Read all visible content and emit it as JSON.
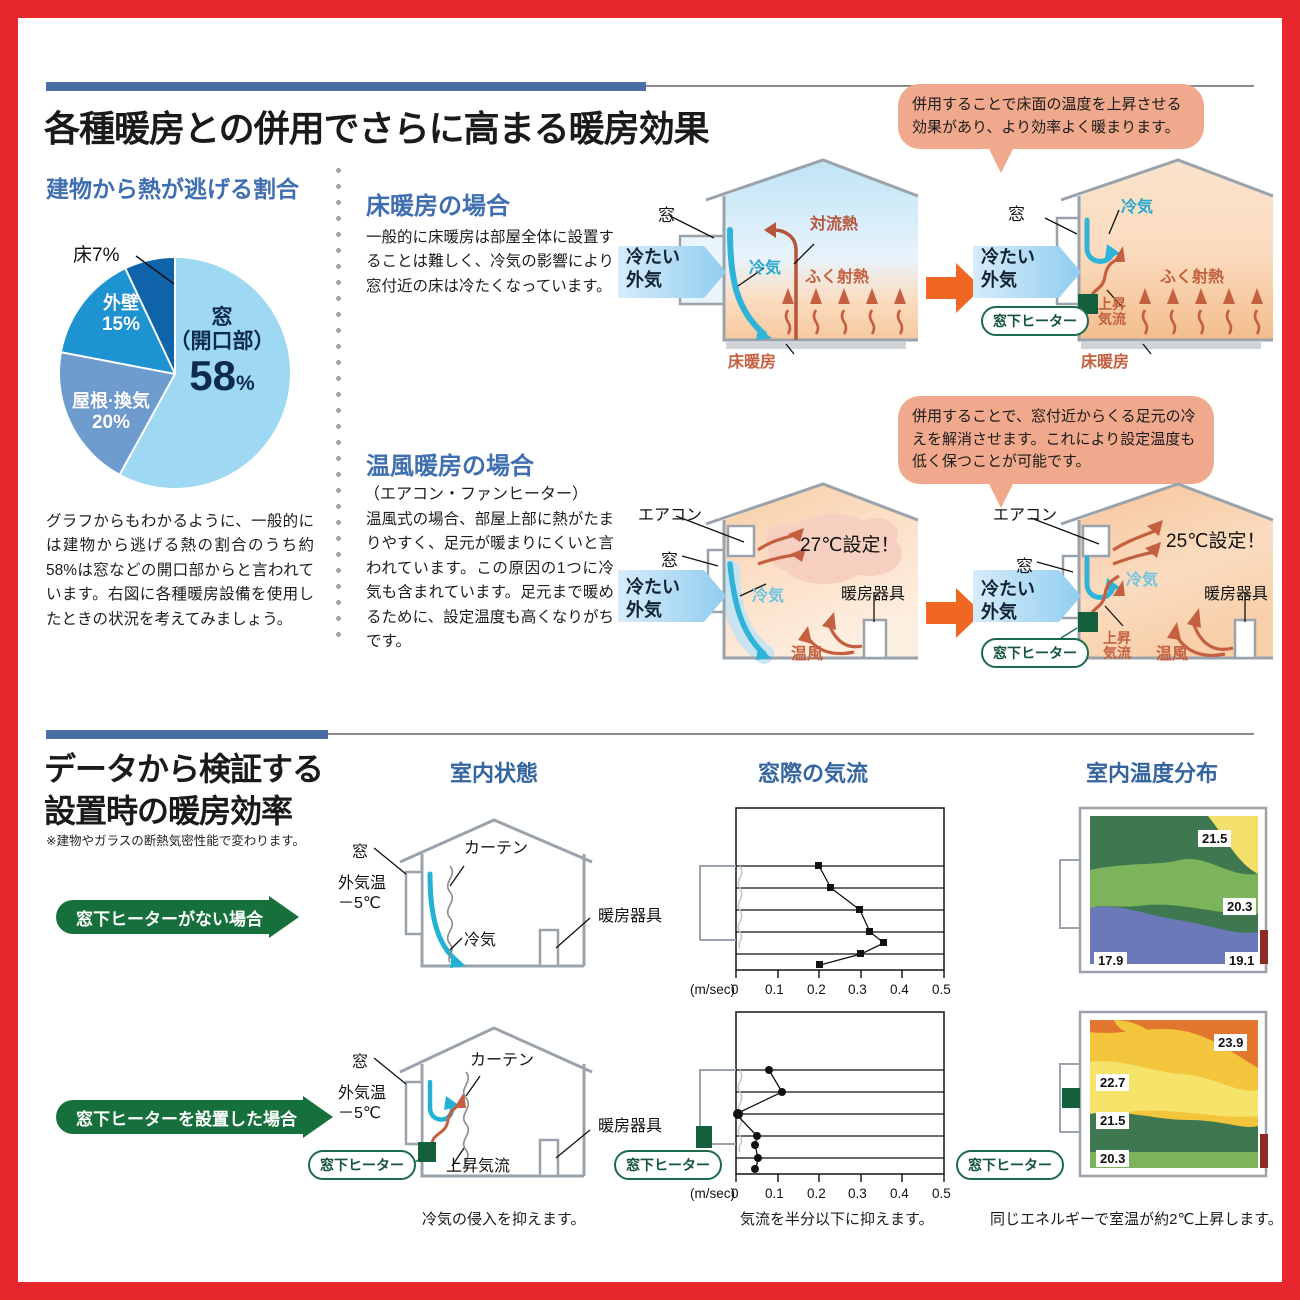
{
  "sections": {
    "top": {
      "title": "各種暖房との併用でさらに高まる暖房効果",
      "pie_heading": "建物から熱が逃げる割合",
      "pie_note": "グラフからもわかるように、一般的には建物から逃げる熱の割合のうち約58%は窓などの開口部からと言われています。右図に各種暖房設備を使用したときの状況を考えてみましょう。",
      "floor": {
        "heading": "床暖房の場合",
        "text": "一般的に床暖房は部屋全体に設置することは難しく、冷気の影響により窓付近の床は冷たくなっています。",
        "bubble": "併用することで床面の温度を上昇させる効果があり、より効率よく暖まります。"
      },
      "warm": {
        "heading": "温風暖房の場合",
        "subheading": "（エアコン・ファンヒーター）",
        "text": "温風式の場合、部屋上部に熱がたまりやすく、足元が暖まりにくいと言われています。この原因の1つに冷気も含まれています。足元まで暖めるために、設定温度も高くなりがちです。",
        "bubble": "併用することで、窓付近からくる足元の冷えを解消させます。これにより設定温度も低く保つことが可能です。"
      }
    },
    "bottom": {
      "title_line1": "データから検証する",
      "title_line2": "設置時の暖房効率",
      "note": "※建物やガラスの断熱気密性能で変わります。",
      "banner_without": "窓下ヒーターがない場合",
      "banner_with": "窓下ヒーターを設置した場合",
      "col_headings": [
        "室内状態",
        "窓際の気流",
        "室内温度分布"
      ],
      "captions": {
        "room": "冷気の侵入を抑えます。",
        "airflow": "気流を半分以下に抑えます。",
        "temp": "同じエネルギーで室温が約2℃上昇します。"
      }
    }
  },
  "labels": {
    "window": "窓",
    "cold_outside_air_1": "冷たい",
    "cold_outside_air_2": "外気",
    "cold_air": "冷気",
    "convection_heat": "対流熱",
    "radiant_heat": "ふく射熱",
    "floor_heating": "床暖房",
    "rising_airflow_1": "上昇",
    "rising_airflow_2": "気流",
    "rising_airflow": "上昇気流",
    "window_heater": "窓下ヒーター",
    "aircon": "エアコン",
    "heater_unit": "暖房器具",
    "warm_air": "温風",
    "curtain": "カーテン",
    "outside_temp_1": "外気温",
    "outside_temp_2": "－5℃",
    "set_27": "27℃設定！",
    "set_25": "25℃設定！"
  },
  "chart_data": [
    {
      "type": "pie",
      "title": "建物から熱が逃げる割合",
      "categories": [
        "窓（開口部）",
        "屋根・換気",
        "外壁",
        "床"
      ],
      "values": [
        58,
        20,
        15,
        7
      ],
      "value_labels": [
        "58%",
        "20%",
        "15%",
        "7%"
      ],
      "colors": [
        "#9fd8f2",
        "#6f9ccf",
        "#1e93d2",
        "#0f63a8"
      ],
      "slice_label_lines": [
        [
          "窓",
          "（開口部）",
          "58"
        ],
        [
          "屋根·換気",
          "20%"
        ],
        [
          "外壁",
          "15%"
        ],
        [
          "床7%"
        ]
      ],
      "unit_suffix": "%",
      "legend": "none"
    },
    {
      "type": "line",
      "title": "窓際の気流（窓下ヒーターがない場合）",
      "xlabel": "(m/sec)",
      "xticks": [
        "0",
        "0.1",
        "0.2",
        "0.3",
        "0.4",
        "0.5"
      ],
      "xlim": [
        0,
        0.5
      ],
      "ylabel": "",
      "grid": true,
      "orientation": "vertical-profile",
      "series": [
        {
          "name": "気流速度",
          "values": [
            0.2,
            0.23,
            0.3,
            0.325,
            0.36,
            0.3,
            0.21
          ],
          "heights_top_to_bottom": [
            1,
            2,
            3,
            4,
            4.5,
            5,
            5.5
          ]
        }
      ]
    },
    {
      "type": "line",
      "title": "窓際の気流（窓下ヒーターを設置した場合）",
      "xlabel": "(m/sec)",
      "xticks": [
        "0",
        "0.1",
        "0.2",
        "0.3",
        "0.4",
        "0.5"
      ],
      "xlim": [
        0,
        0.5
      ],
      "grid": true,
      "orientation": "vertical-profile",
      "series": [
        {
          "name": "気流速度",
          "values": [
            0.08,
            0.11,
            0.0,
            0.05,
            0.045,
            0.05,
            0.04
          ],
          "heights_top_to_bottom": [
            1,
            2,
            3,
            4,
            4.3,
            4.8,
            5.4
          ]
        }
      ]
    },
    {
      "type": "heatmap",
      "title": "室内温度分布（窓下ヒーターがない場合）",
      "annotations": [
        "21.5",
        "20.3",
        "17.9",
        "19.1"
      ],
      "unit": "℃",
      "palette": [
        "#3f7750",
        "#7cb45b",
        "#6b79b8",
        "#f2e06a"
      ]
    },
    {
      "type": "heatmap",
      "title": "室内温度分布（窓下ヒーターを設置した場合）",
      "annotations": [
        "23.9",
        "22.7",
        "21.5",
        "20.3"
      ],
      "unit": "℃",
      "palette": [
        "#e3762e",
        "#f2c53d",
        "#f5e36a",
        "#3f7750",
        "#7cb45b"
      ]
    }
  ]
}
